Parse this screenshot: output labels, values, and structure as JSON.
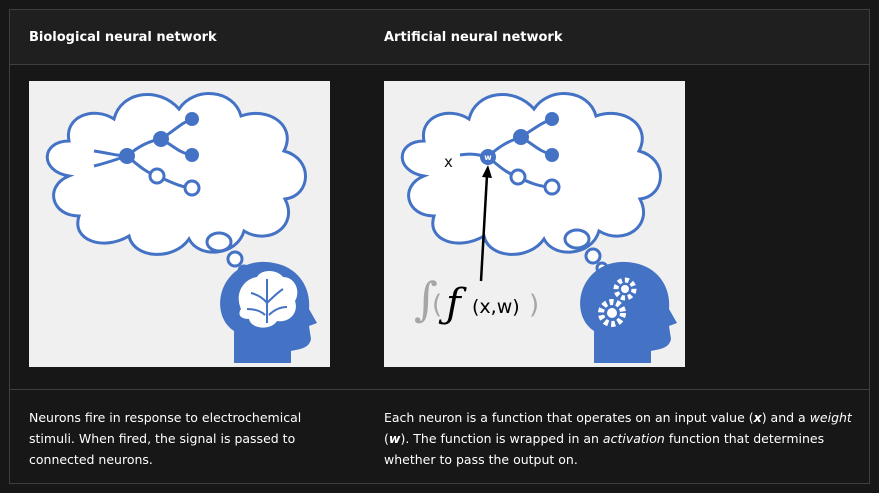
{
  "headers": {
    "biological": "Biological neural network",
    "artificial": "Artificial neural network"
  },
  "illustration": {
    "input_label": "x",
    "weight_label": "w",
    "formula_args": "(x,w)"
  },
  "descriptions": {
    "biological": "Neurons fire in response to electrochemical stimuli. When fired, the signal is passed to connected neurons.",
    "artificial": {
      "part1": "Each neuron is a function that operates on an input value (",
      "x": "x",
      "part2": ") and a ",
      "weight_word": "weight",
      "part3": " (",
      "w": "w",
      "part4": "). The function is wrapped in an ",
      "activation_word": "activation",
      "part5": " function that determines whether to pass the output on."
    }
  },
  "colors": {
    "blue": "#4472c4",
    "panel": "#f0f0f0",
    "background": "#171717",
    "header": "#1f1f1f"
  }
}
